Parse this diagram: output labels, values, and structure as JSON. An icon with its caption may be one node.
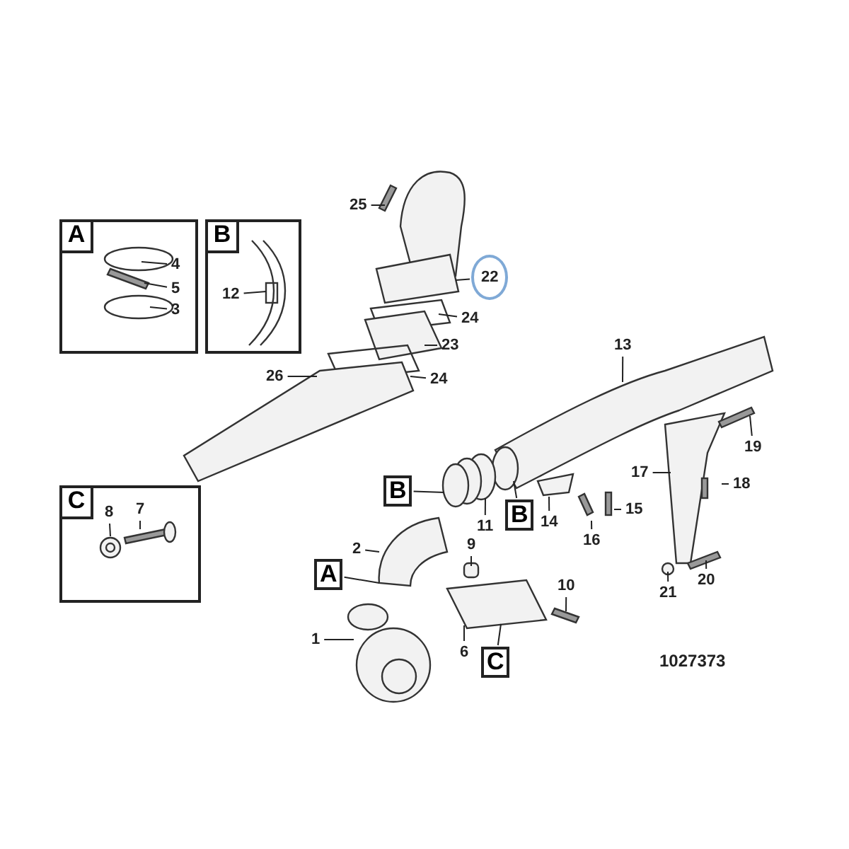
{
  "diagram": {
    "nodes": [
      {
        "text": [
          "A"
        ]
      },
      {
        "text": [
          "4"
        ],
        "in": 0
      },
      {
        "text": [
          "5"
        ],
        "in": 0
      },
      {
        "text": [
          "3"
        ],
        "in": 0
      },
      {
        "text": [
          "B"
        ]
      },
      {
        "text": [
          "12"
        ],
        "in": 4
      },
      {
        "text": [
          "25"
        ]
      },
      {
        "text": [
          "22"
        ]
      },
      {
        "text": [
          "24"
        ]
      },
      {
        "text": [
          "23"
        ]
      },
      {
        "text": [
          "26"
        ]
      },
      {
        "text": [
          "24"
        ]
      },
      {
        "text": [
          "13"
        ]
      },
      {
        "text": [
          "19"
        ]
      },
      {
        "text": [
          "17"
        ]
      },
      {
        "text": [
          "18"
        ]
      },
      {
        "text": [
          "C"
        ]
      },
      {
        "text": [
          "8"
        ],
        "in": 16
      },
      {
        "text": [
          "7"
        ],
        "in": 16
      },
      {
        "text": [
          "B"
        ]
      },
      {
        "text": [
          "11"
        ]
      },
      {
        "text": [
          "B"
        ]
      },
      {
        "text": [
          "14"
        ]
      },
      {
        "text": [
          "16"
        ]
      },
      {
        "text": [
          "15"
        ]
      },
      {
        "text": [
          "2"
        ]
      },
      {
        "text": [
          "A"
        ]
      },
      {
        "text": [
          "9"
        ]
      },
      {
        "text": [
          "10"
        ]
      },
      {
        "text": [
          "1"
        ]
      },
      {
        "text": [
          "6"
        ]
      },
      {
        "text": [
          "C"
        ]
      },
      {
        "text": [
          "21"
        ]
      },
      {
        "text": [
          "20"
        ]
      }
    ],
    "edges": [
      {
        "from": 1,
        "to": null,
        "arrow": "none"
      },
      {
        "from": 2,
        "to": null,
        "arrow": "none"
      },
      {
        "from": 3,
        "to": null,
        "arrow": "none"
      },
      {
        "from": 5,
        "to": null,
        "arrow": "none"
      },
      {
        "from": 6,
        "to": null,
        "arrow": "none"
      },
      {
        "from": 7,
        "to": null,
        "arrow": "none"
      },
      {
        "from": 8,
        "to": null,
        "arrow": "none"
      },
      {
        "from": 9,
        "to": null,
        "arrow": "none"
      },
      {
        "from": 10,
        "to": null,
        "arrow": "none"
      },
      {
        "from": 11,
        "to": null,
        "arrow": "none"
      },
      {
        "from": 12,
        "to": null,
        "arrow": "none"
      },
      {
        "from": 13,
        "to": null,
        "arrow": "none"
      },
      {
        "from": 14,
        "to": null,
        "arrow": "none"
      },
      {
        "from": 15,
        "to": null,
        "arrow": "none"
      },
      {
        "from": 17,
        "to": null,
        "arrow": "none"
      },
      {
        "from": 18,
        "to": null,
        "arrow": "none"
      },
      {
        "from": 19,
        "to": null,
        "arrow": "none"
      },
      {
        "from": 20,
        "to": null,
        "arrow": "none"
      },
      {
        "from": 21,
        "to": null,
        "arrow": "none"
      },
      {
        "from": 22,
        "to": null,
        "arrow": "none"
      },
      {
        "from": 23,
        "to": null,
        "arrow": "none"
      },
      {
        "from": 24,
        "to": null,
        "arrow": "none"
      },
      {
        "from": 25,
        "to": null,
        "arrow": "none"
      },
      {
        "from": 26,
        "to": null,
        "arrow": "none"
      },
      {
        "from": 27,
        "to": null,
        "arrow": "none"
      },
      {
        "from": 28,
        "to": null,
        "arrow": "none"
      },
      {
        "from": 29,
        "to": null,
        "arrow": "none"
      },
      {
        "from": 30,
        "to": null,
        "arrow": "none"
      },
      {
        "from": 31,
        "to": null,
        "arrow": "none"
      },
      {
        "from": 32,
        "to": null,
        "arrow": "none"
      },
      {
        "from": 33,
        "to": null,
        "arrow": "none"
      }
    ],
    "labels": [
      "1027373"
    ]
  }
}
